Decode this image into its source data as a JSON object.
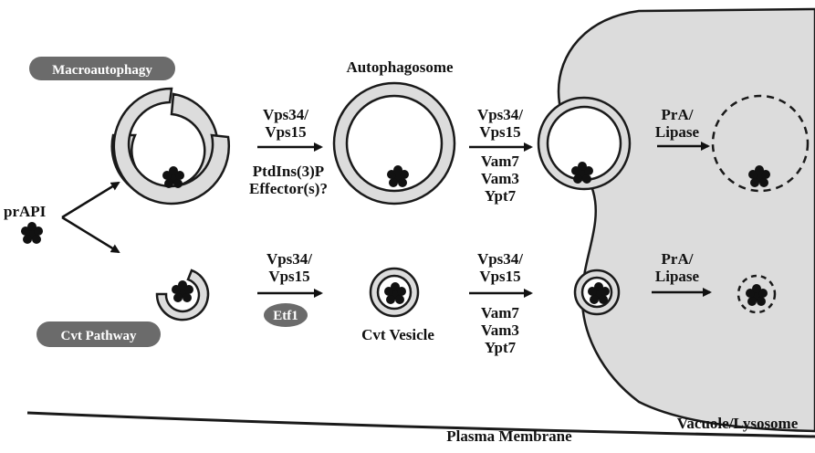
{
  "colors": {
    "membrane_fill": "#dcdcdc",
    "outline": "#1a1a1a",
    "pill_fill": "#6b6b6b",
    "pill_text": "#ffffff",
    "cargo": "#111111"
  },
  "labels": {
    "macroautophagy": "Macroautophagy",
    "cvt_pathway": "Cvt Pathway",
    "prapi": "prAPI",
    "autophagosome": "Autophagosome",
    "cvt_vesicle": "Cvt Vesicle",
    "plasma_membrane": "Plasma Membrane",
    "vacuole_lysosome": "Vacuole/Lysosome",
    "etf1": "Etf1"
  },
  "steps": {
    "macro_1": {
      "line1": "Vps34/",
      "line2": "Vps15",
      "below1": "PtdIns(3)P",
      "below2": "Effector(s)?"
    },
    "macro_2": {
      "line1": "Vps34/",
      "line2": "Vps15",
      "below1": "Vam7",
      "below2": "Vam3",
      "below3": "Ypt7"
    },
    "macro_3": {
      "line1": "PrA/",
      "line2": "Lipase"
    },
    "cvt_1": {
      "line1": "Vps34/",
      "line2": "Vps15"
    },
    "cvt_2": {
      "line1": "Vps34/",
      "line2": "Vps15",
      "below1": "Vam7",
      "below2": "Vam3",
      "below3": "Ypt7"
    },
    "cvt_3": {
      "line1": "PrA/",
      "line2": "Lipase"
    }
  }
}
